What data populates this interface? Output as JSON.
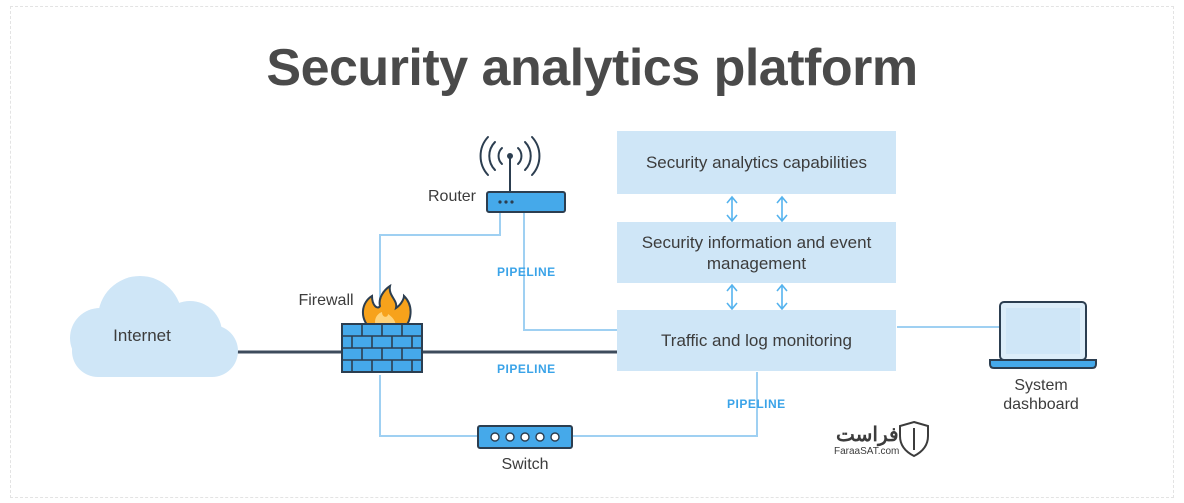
{
  "title": "Security analytics platform",
  "boxes": {
    "capabilities": "Security analytics capabilities",
    "siem": "Security information and event management",
    "traffic": "Traffic and log monitoring"
  },
  "nodes": {
    "internet": "Internet",
    "firewall": "Firewall",
    "router": "Router",
    "switch": "Switch",
    "dashboard": "System dashboard"
  },
  "pipelines": {
    "router": "PIPELINE",
    "firewall": "PIPELINE",
    "switch": "PIPELINE"
  },
  "watermark": {
    "brand": "فراست",
    "site": "FaraaSAT.com"
  },
  "colors": {
    "box_fill": "#cfe6f7",
    "line": "#9fd0f2",
    "accent": "#3aa3e8",
    "dark_line": "#3d4b5c"
  }
}
